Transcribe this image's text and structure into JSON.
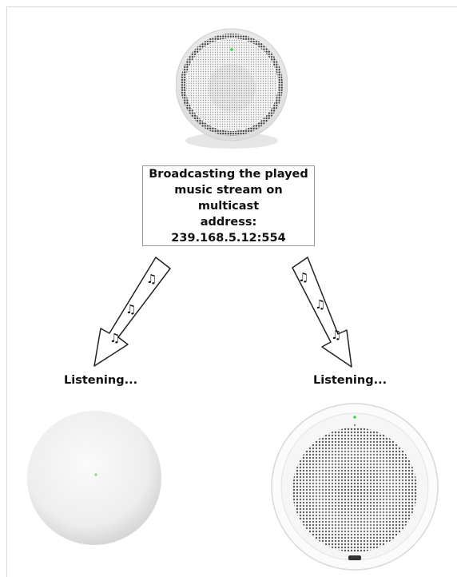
{
  "broadcast_text": {
    "line1": "Broadcasting the played",
    "line2": "music stream on multicast",
    "line3": "address:",
    "line4": "239.168.5.12:554"
  },
  "listener_left_label": "Listening...",
  "listener_right_label": "Listening...",
  "icons": {
    "source_device": "conference-speaker-icon",
    "music_notes": "music-note-icon",
    "listener_left": "ceiling-speaker-plain-icon",
    "listener_right": "ceiling-speaker-grille-icon"
  },
  "colors": {
    "status_led": "#3ecf4a",
    "device_body": "#f2f2f2",
    "grille_dark": "#333333"
  }
}
